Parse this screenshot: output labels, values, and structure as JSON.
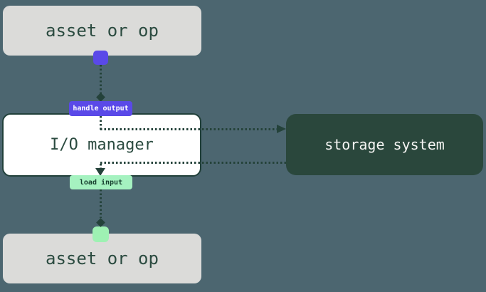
{
  "diagram": {
    "title": "io-manager-data-flow",
    "nodes": {
      "asset_top": {
        "label": "asset or op"
      },
      "io_manager": {
        "label": "I/O manager"
      },
      "storage": {
        "label": "storage system"
      },
      "asset_bottom": {
        "label": "asset or op"
      }
    },
    "edges": {
      "handle_output": {
        "label": "handle output",
        "from": "asset or op",
        "via": "I/O manager",
        "to": "storage system"
      },
      "load_input": {
        "label": "load input",
        "from": "storage system",
        "via": "I/O manager",
        "to": "asset or op"
      }
    },
    "colors": {
      "background": "#4C6670",
      "asset_node_bg": "#DBDBD9",
      "asset_node_text": "#2B4B40",
      "io_node_bg": "#FFFFFF",
      "io_node_border": "#21403A",
      "storage_node_bg": "#2A473C",
      "storage_node_text": "#F5F5F3",
      "handle_output_badge_bg": "#5A49E8",
      "handle_output_badge_text": "#FFFFFF",
      "load_input_badge_bg": "#A5F2C0",
      "load_input_badge_text": "#17402F",
      "output_port": "#5A49E8",
      "input_port": "#9EF1B3",
      "connector_line": "#24423A"
    }
  }
}
